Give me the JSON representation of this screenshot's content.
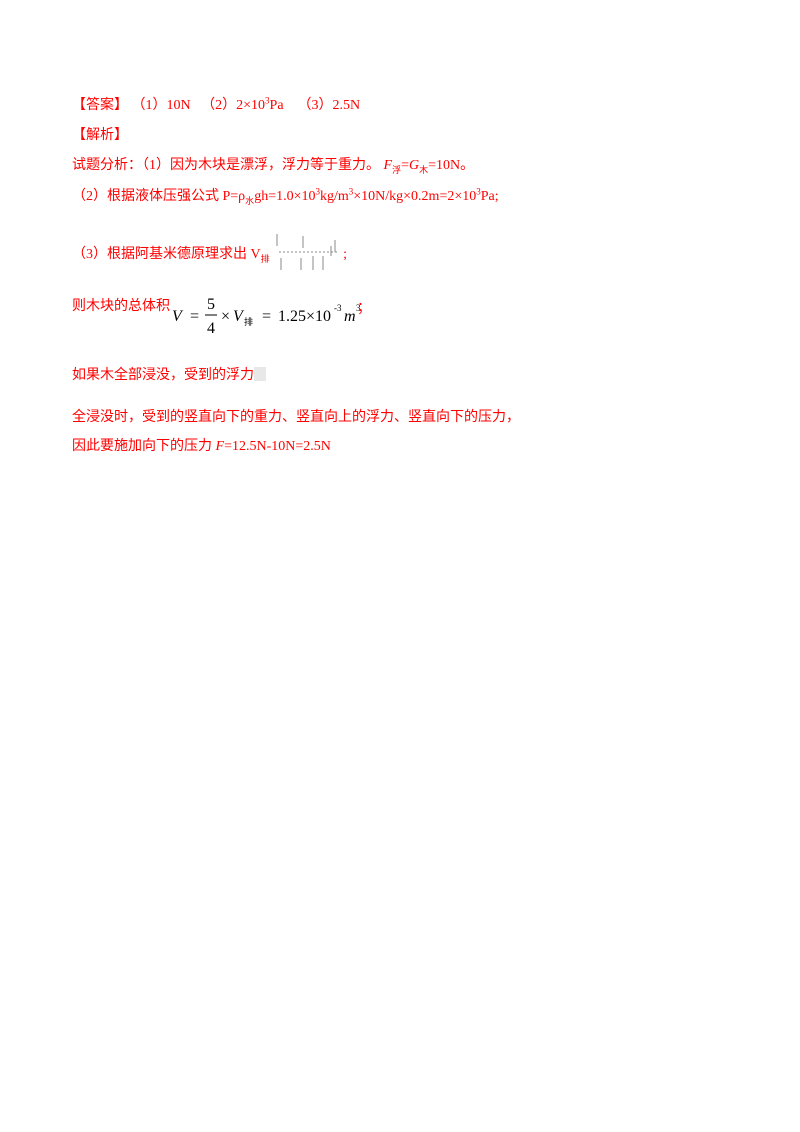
{
  "answer": {
    "label": "【答案】",
    "p1": "（1）10N",
    "p2": "（2）2×10",
    "p2_exp": "3",
    "p2_unit": "Pa",
    "p3": "（3）2.5N"
  },
  "analysis": {
    "label": "【解析】"
  },
  "line3": {
    "text": "试题分析：（1）因为木块是漂浮，浮力等于重力。",
    "f": "F",
    "f_sub": "浮",
    "eq": "=",
    "g": "G",
    "g_sub": "木",
    "tail": "=10N。"
  },
  "line4": {
    "text": "（2）根据液体压强公式 P=ρ",
    "sub": "水",
    "mid": "gh=1.0×10",
    "e1": "3",
    "kg": "kg/m",
    "e2": "3",
    "rest": "×10N/kg×0.2m=2×10",
    "e3": "3",
    "end": "Pa;"
  },
  "line5": {
    "text": "（3）根据阿基米德原理求出 V",
    "sub": "排",
    "end": ";"
  },
  "line6": {
    "text": "则木块的总体积",
    "formula": {
      "v": "V",
      "eq": "=",
      "num": "5",
      "den": "4",
      "times": "×",
      "v2": "V",
      "v2_sub": "排",
      "eq2": "=",
      "val": "1.25×10",
      "exp": "-3",
      "m": "m",
      "mexp": "3",
      "end": "；"
    }
  },
  "line7": {
    "text": "如果木全部浸没，受到的浮力"
  },
  "line8": {
    "text": "全浸没时，受到的竖直向下的重力、竖直向上的浮力、竖直向下的压力，"
  },
  "line9": {
    "text": "因此要施加向下的压力 ",
    "f": "F",
    "tail": "=12.5N-10N=2.5N"
  }
}
